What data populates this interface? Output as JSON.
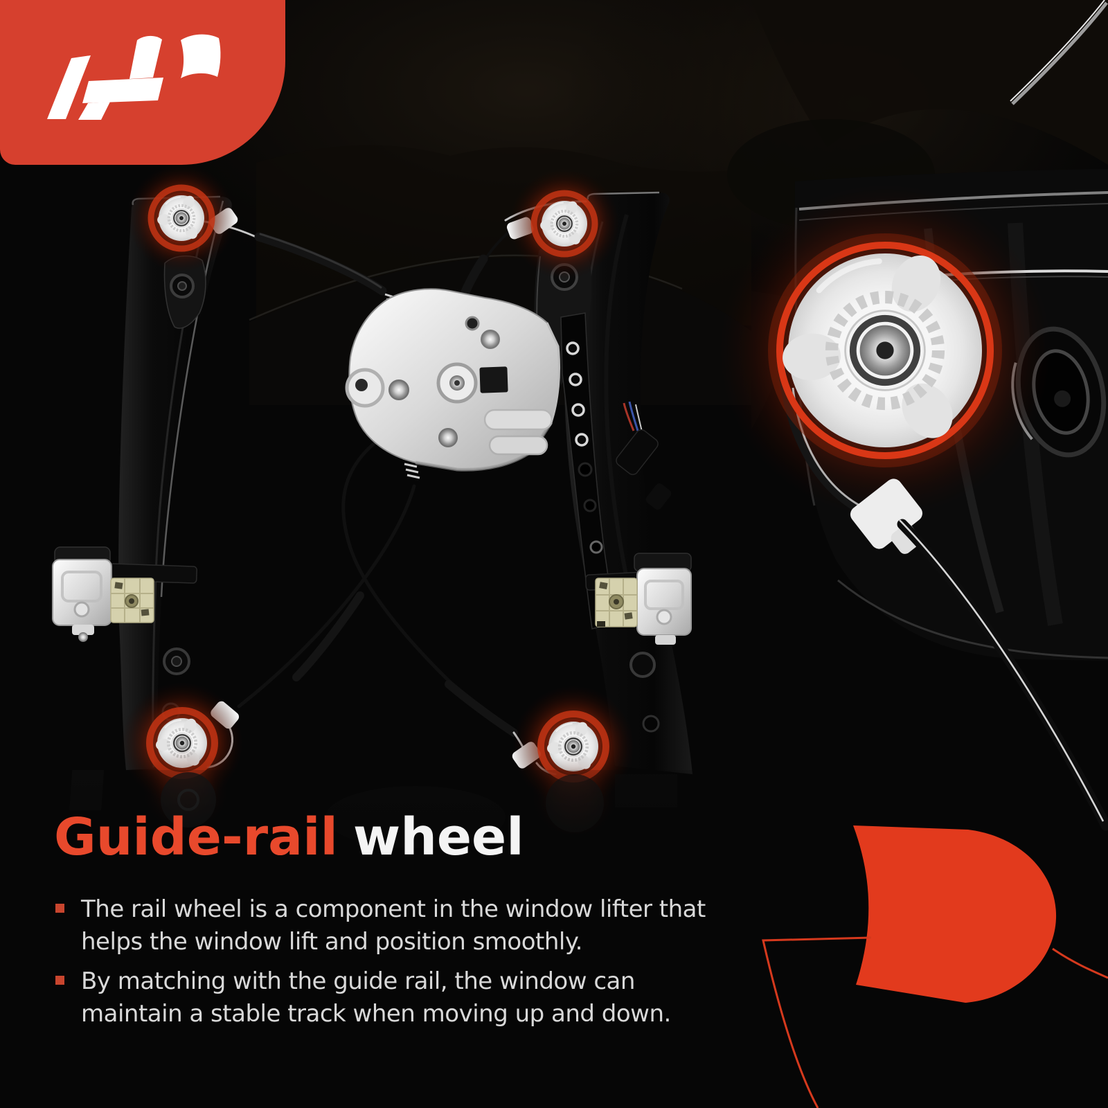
{
  "brand": {
    "logo_icon": "ap-logo",
    "badge_color": "#d6402e"
  },
  "title": {
    "accent": "Guide-rail",
    "rest": "wheel"
  },
  "bullets": [
    {
      "lines": [
        "The rail wheel is a component in the window lifter that",
        "helps the window lift and position smoothly."
      ]
    },
    {
      "lines": [
        "By matching with the guide rail, the window can",
        "maintain a stable track when moving up and down."
      ]
    }
  ],
  "colors": {
    "background": "#060606",
    "accent_title": "#e8492c",
    "accent_badge": "#d6402e",
    "accent_shape": "#e23a1d",
    "bullet_marker": "#c8452e",
    "body_text": "#d9d9d9",
    "title_white": "#f4f4f4",
    "highlight_ring": "#d93716",
    "glow": "#8a230b"
  }
}
